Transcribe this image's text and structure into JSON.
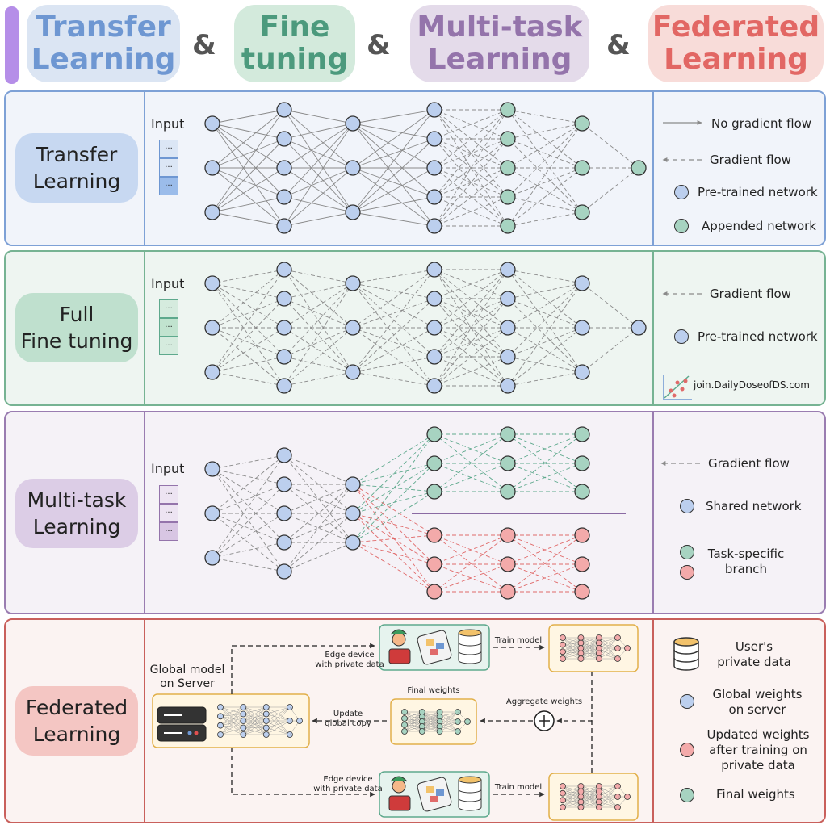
{
  "header": {
    "titles": [
      {
        "text": "Transfer Learning",
        "line1": "Transfer",
        "line2": "Learning",
        "color": "#6e97d2",
        "bg": "#dbe5f3"
      },
      {
        "text": "Fine tuning",
        "line1": "Fine",
        "line2": "tuning",
        "color": "#4c9a7d",
        "bg": "#d3eadc"
      },
      {
        "text": "Multi-task Learning",
        "line1": "Multi-task",
        "line2": "Learning",
        "color": "#9474ab",
        "bg": "#e4dbea"
      },
      {
        "text": "Federated Learning",
        "line1": "Federated",
        "line2": "Learning",
        "color": "#e26764",
        "bg": "#f8dcd9"
      }
    ],
    "ampersand": "&"
  },
  "colors": {
    "pretrained": "#bccfee",
    "appended": "#a7d3c1",
    "task_specific": "#f3aaaa",
    "stroke": "#333333",
    "gray_edge": "#8a8a8a",
    "green_edge": "#5ea98d",
    "red_edge": "#e06a6a"
  },
  "transfer": {
    "label_line1": "Transfer",
    "label_line2": "Learning",
    "input_label": "Input",
    "input_cells": [
      "...",
      "...",
      "..."
    ],
    "legend": {
      "no_grad": "No gradient flow",
      "grad": "Gradient flow",
      "pretrained": "Pre-trained network",
      "appended": "Appended network"
    }
  },
  "finetune": {
    "label_line1": "Full",
    "label_line2": "Fine tuning",
    "input_label": "Input",
    "input_cells": [
      "...",
      "...",
      "..."
    ],
    "legend": {
      "grad": "Gradient flow",
      "pretrained": "Pre-trained network"
    },
    "watermark": "join.DailyDoseofDS.com"
  },
  "multitask": {
    "label_line1": "Multi-task",
    "label_line2": "Learning",
    "input_label": "Input",
    "input_cells": [
      "...",
      "...",
      "..."
    ],
    "legend": {
      "grad": "Gradient flow",
      "shared": "Shared network",
      "task_line1": "Task-specific",
      "task_line2": "branch"
    }
  },
  "federated": {
    "label_line1": "Federated",
    "label_line2": "Learning",
    "server_line1": "Global model",
    "server_line2": "on Server",
    "edge_top_line1": "Edge device",
    "edge_top_line2": "with private data",
    "edge_bottom_line1": "Edge device",
    "edge_bottom_line2": "with private data",
    "train_top": "Train model",
    "train_bottom": "Train model",
    "final_weights": "Final weights",
    "aggregate": "Aggregate weights",
    "update_line1": "Update",
    "update_line2": "global copy",
    "legend": {
      "data_line1": "User's",
      "data_line2": "private data",
      "global_line1": "Global weights",
      "global_line2": "on server",
      "updated_line1": "Updated weights",
      "updated_line2": "after training on",
      "updated_line3": "private data",
      "final": "Final weights"
    }
  }
}
